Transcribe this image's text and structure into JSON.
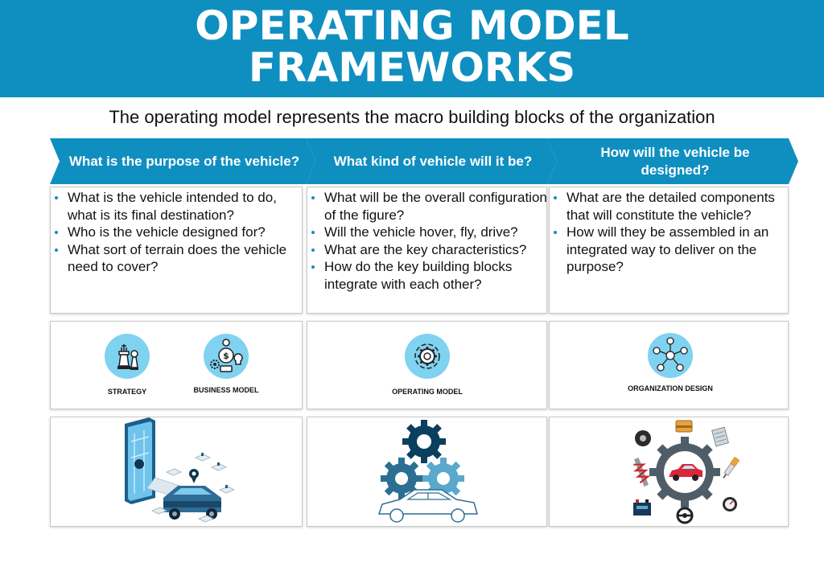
{
  "header": {
    "title_line1": "OPERATING MODEL",
    "title_line2": "FRAMEWORKS",
    "subtitle": "The operating model represents the macro building blocks of the organization",
    "color": "#0f8fc0"
  },
  "columns": [
    {
      "heading": "What is the purpose of the vehicle?",
      "bullets": [
        "What is the vehicle intended to do, what is its final destination?",
        "Who is the vehicle designed for?",
        "What sort of terrain does the vehicle need to cover?"
      ],
      "icons": [
        {
          "label": "STRATEGY",
          "icon": "chess-pieces-icon"
        },
        {
          "label": "BUSINESS MODEL",
          "icon": "business-model-icon"
        }
      ],
      "illustration": "smartphone-car-illustration"
    },
    {
      "heading": "What kind of vehicle will it be?",
      "bullets": [
        "What will be the overall configuration of the figure?",
        "Will the vehicle hover, fly, drive?",
        "What are the key characteristics?",
        "How do the key building blocks integrate with each other?"
      ],
      "icons": [
        {
          "label": "OPERATING MODEL",
          "icon": "gear-cycle-icon"
        }
      ],
      "illustration": "gears-car-illustration"
    },
    {
      "heading": "How will the vehicle be designed?",
      "bullets": [
        "What are the detailed components that will constitute the vehicle?",
        "How will they be assembled in an integrated way to deliver on the purpose?"
      ],
      "icons": [
        {
          "label": "ORGANIZATION DESIGN",
          "icon": "org-network-icon"
        }
      ],
      "illustration": "car-parts-wheel-illustration"
    }
  ],
  "colors": {
    "brand_blue": "#0f8fc0",
    "icon_circle": "#7fd2f0",
    "gear_dark": "#0b3f5e",
    "gear_mid": "#2c6f93",
    "gear_light": "#5aa8cc"
  }
}
